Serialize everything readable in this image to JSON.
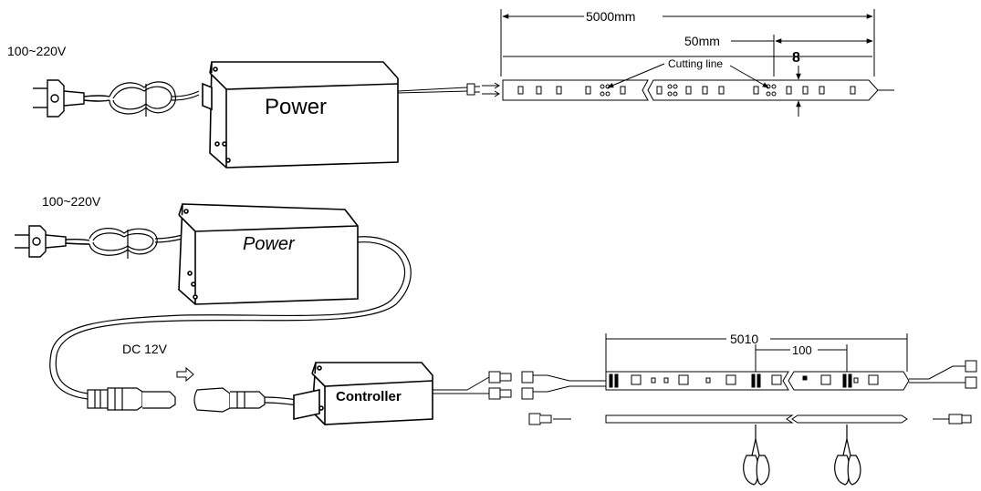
{
  "top_diagram": {
    "voltage_label": "100~220V",
    "power_label": "Power",
    "length_label": "5000mm",
    "segment_label": "50mm",
    "cutting_label": "Cutting line",
    "width_label": "8"
  },
  "bottom_diagram": {
    "voltage_label": "100~220V",
    "power_label": "Power",
    "dc_label": "DC 12V",
    "controller_label": "Controller",
    "length_label": "5010",
    "segment_label": "100"
  }
}
